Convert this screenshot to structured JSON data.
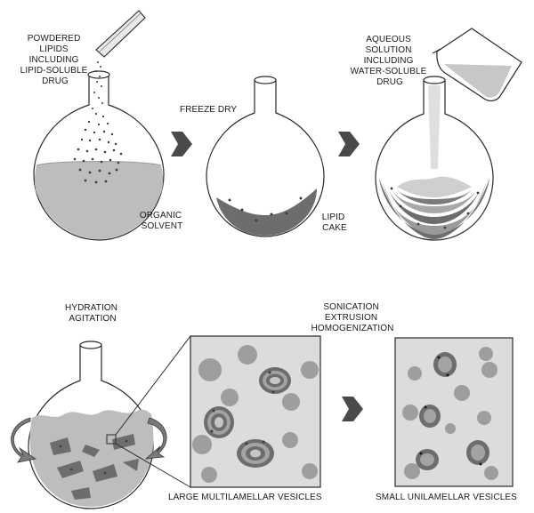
{
  "labels": {
    "powdered_lipids": [
      "POWDERED",
      "LIPIDS",
      "INCLUDING",
      "LIPID-SOLUBLE",
      "DRUG"
    ],
    "organic_solvent": [
      "ORGANIC",
      "SOLVENT"
    ],
    "freeze_dry": "FREEZE DRY",
    "lipid_cake": [
      "LIPID",
      "CAKE"
    ],
    "aqueous_solution": [
      "AQUEOUS",
      "SOLUTION",
      "INCLUDING",
      "WATER-SOLUBLE",
      "DRUG"
    ],
    "hydration_agitation": [
      "HYDRATION",
      "AGITATION"
    ],
    "sonication": [
      "SONICATION",
      "EXTRUSION",
      "HOMOGENIZATION"
    ],
    "large_vesicles": "LARGE MULTILAMELLAR VESICLES",
    "small_vesicles": "SMALL UNILAMELLAR VESICLES"
  },
  "colors": {
    "glass_outline": "#2a2a2a",
    "liquid": "#bdbdbd",
    "cake": "#6d6d6d",
    "arrow": "#4a4a4a",
    "vesicle": "#9e9e9e",
    "panel_fill": "#dcdcdc"
  }
}
